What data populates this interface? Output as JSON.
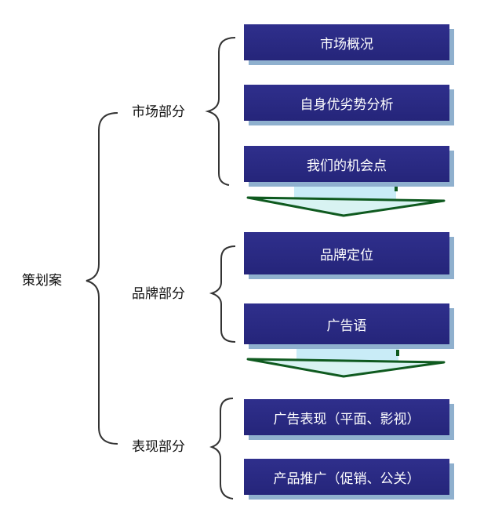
{
  "root": {
    "label": "策划案"
  },
  "sections": [
    {
      "label": "市场部分",
      "items": [
        "市场概况",
        "自身优劣势分析",
        "我们的机会点"
      ]
    },
    {
      "label": "品牌部分",
      "items": [
        "品牌定位",
        "广告语"
      ]
    },
    {
      "label": "表现部分",
      "items": [
        "广告表现（平面、影视）",
        "产品推广（促销、公关）"
      ]
    }
  ],
  "colors": {
    "box_fill": "#2f2f8c",
    "box_shadow": "#8fb0ce",
    "arrow_outline": "#0f5a1f",
    "arrow_fill": "#d8f3f2",
    "connector_bar": "#c9ecf7",
    "brace": "#333333"
  }
}
